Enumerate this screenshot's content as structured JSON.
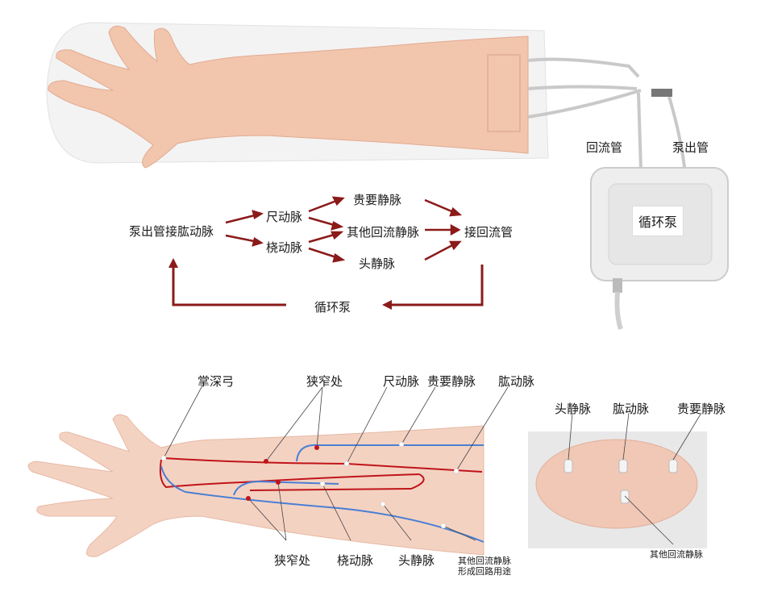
{
  "top_section": {
    "tube_labels": {
      "return_tube": "回流管",
      "pump_out_tube": "泵出管"
    },
    "pump_label": "循环泵",
    "flow": {
      "start": "泵出管接肱动脉",
      "ulnar": "尺动脉",
      "radial": "桡动脉",
      "basilic": "贵要静脉",
      "other": "其他回流静脉",
      "cephalic": "头静脉",
      "end": "接回流管",
      "pump": "循环泵"
    },
    "arrow_color": "#8b1a1a"
  },
  "bottom_section": {
    "labels": {
      "palmar_arch": "掌深弓",
      "narrow_top": "狭窄处",
      "ulnar_artery": "尺动脉",
      "basilic_vein": "贵要静脉",
      "brachial_artery": "肱动脉",
      "narrow_bottom": "狭窄处",
      "radial_artery": "桡动脉",
      "cephalic_vein": "头静脉",
      "other_veins_line1": "其他回流静脉",
      "other_veins_line2": "形成回路用途"
    },
    "end_view_labels": {
      "cephalic": "头静脉",
      "brachial": "肱动脉",
      "basilic": "贵要静脉",
      "other": "其他回流静脉"
    },
    "artery_color": "#c0141a",
    "vein_color": "#4a7fd4"
  }
}
